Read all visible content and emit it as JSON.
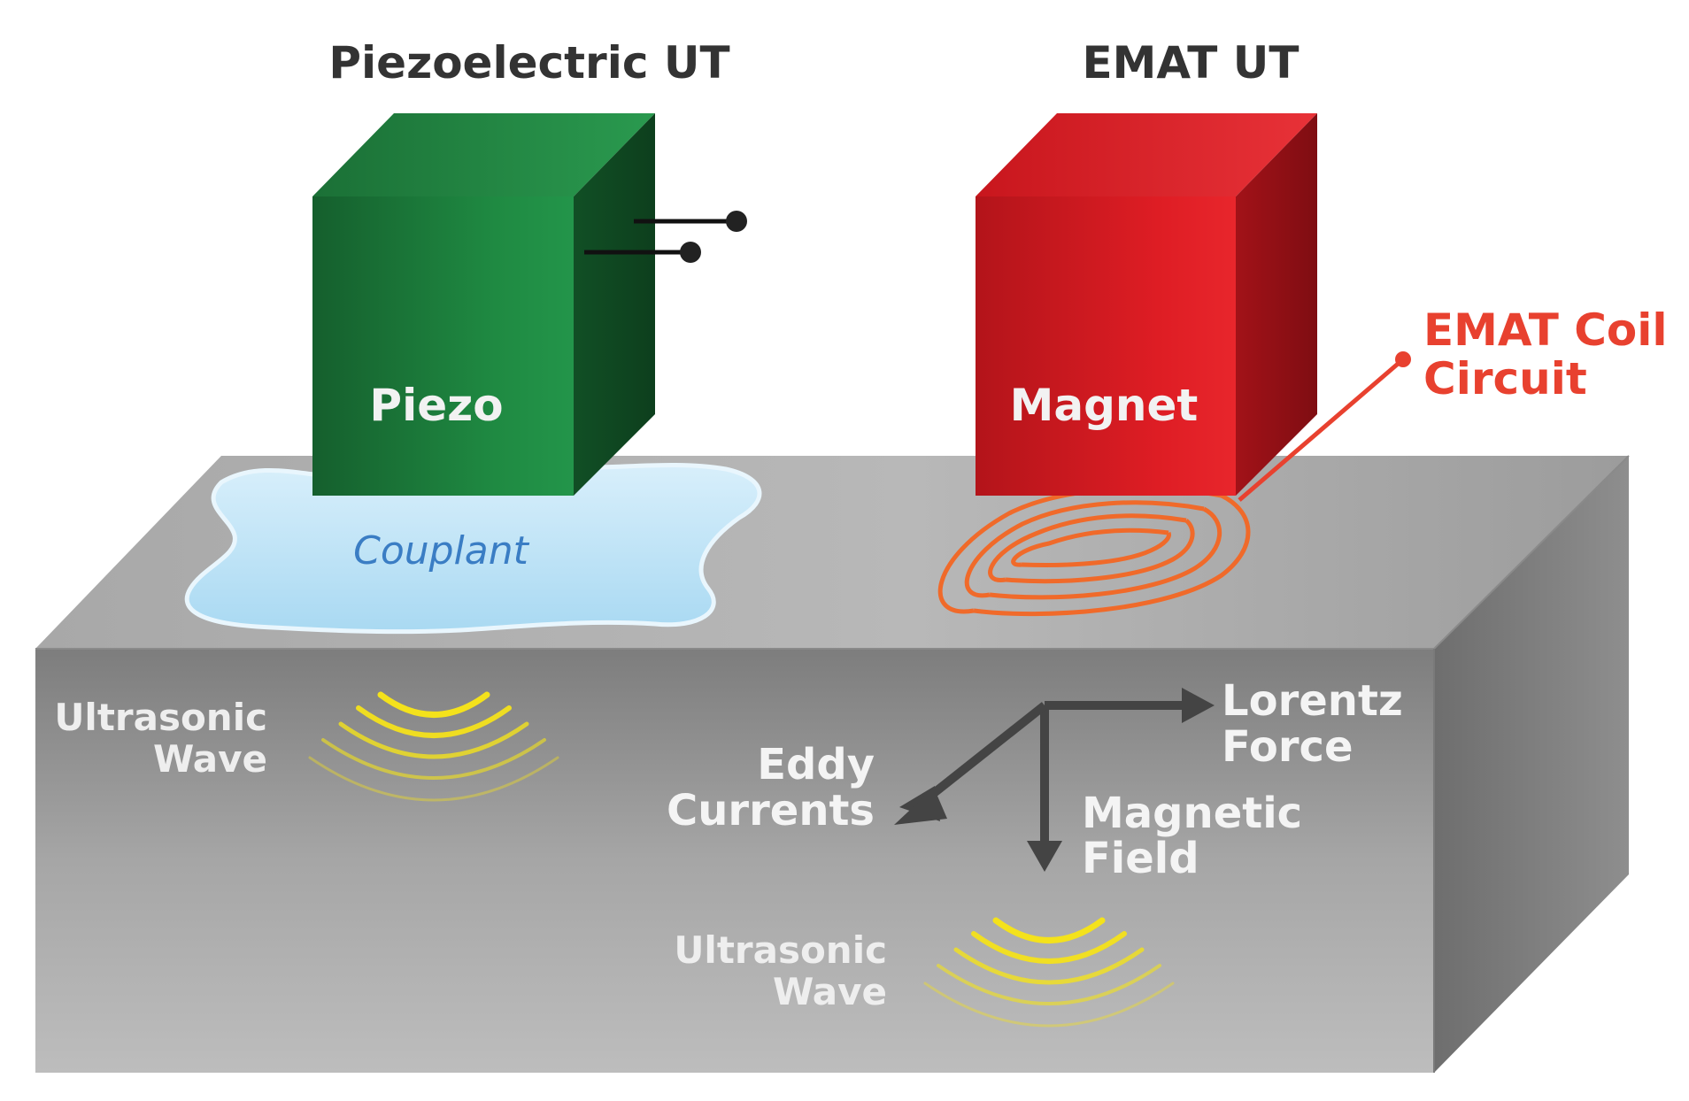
{
  "titles": {
    "piezo_ut": "Piezoelectric UT",
    "emat_ut": "EMAT UT"
  },
  "labels": {
    "piezo": "Piezo",
    "magnet": "Magnet",
    "couplant": "Couplant",
    "emat_coil_line1": "EMAT Coil",
    "emat_coil_line2": "Circuit",
    "ultrasonic_wave_left_line1": "Ultrasonic",
    "ultrasonic_wave_left_line2": "Wave",
    "ultrasonic_wave_right_line1": "Ultrasonic",
    "ultrasonic_wave_right_line2": "Wave",
    "lorentz_line1": "Lorentz",
    "lorentz_line2": "Force",
    "eddy_line1": "Eddy",
    "eddy_line2": "Currents",
    "magnetic_line1": "Magnetic",
    "magnetic_line2": "Field"
  },
  "colors": {
    "piezo_green": "#1c7a3c",
    "magnet_red": "#d71920",
    "coil_orange": "#f06a2a",
    "coil_label_red": "#e8412f",
    "couplant_blue": "#bfe3f5",
    "couplant_text_blue": "#3a7dc4",
    "wave_yellow": "#f4e21b",
    "specimen_gray": "#9a9a9a",
    "arrow_gray": "#444444"
  }
}
